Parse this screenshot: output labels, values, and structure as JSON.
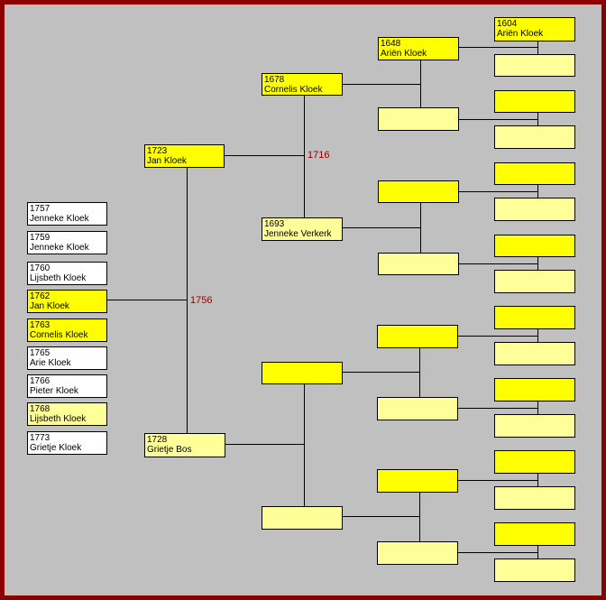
{
  "tree": {
    "children": [
      {
        "year": "1757",
        "name": "Jenneke Kloek",
        "color": "white"
      },
      {
        "year": "1759",
        "name": "Jenneke Kloek",
        "color": "white"
      },
      {
        "year": "1760",
        "name": "Lijsbeth Kloek",
        "color": "white"
      },
      {
        "year": "1762",
        "name": "Jan Kloek",
        "color": "yellow"
      },
      {
        "year": "1763",
        "name": "Cornelis Kloek",
        "color": "yellow"
      },
      {
        "year": "1765",
        "name": "Arie Kloek",
        "color": "white"
      },
      {
        "year": "1766",
        "name": "Pieter Kloek",
        "color": "white"
      },
      {
        "year": "1768",
        "name": "Lijsbeth Kloek",
        "color": "pale"
      },
      {
        "year": "1773",
        "name": "Grietje Kloek",
        "color": "white"
      }
    ],
    "father": {
      "year": "1723",
      "name": "Jan Kloek"
    },
    "mother": {
      "year": "1728",
      "name": "Grietje Bos"
    },
    "marriage_year": "1756",
    "paternal_grandfather": {
      "year": "1678",
      "name": "Cornelis Kloek"
    },
    "paternal_grandmother": {
      "year": "1693",
      "name": "Jenneke Verkerk"
    },
    "grandparents_marriage_year": "1716",
    "great_grandfather": {
      "year": "1648",
      "name": "Ariën Kloek"
    },
    "great_great_grandfather": {
      "year": "1604",
      "name": "Ariën Kloek"
    }
  },
  "colors": {
    "frame": "#8b0000",
    "background": "#c0c0c0",
    "known": "#ffff00",
    "unknown": "#ffff99",
    "child": "#ffffff",
    "marriage_text": "#8b0000"
  }
}
